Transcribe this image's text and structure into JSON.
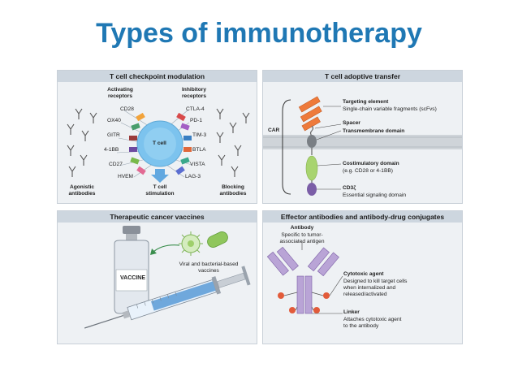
{
  "slide_title": "Types of immunotherapy",
  "panel1": {
    "header": "T cell checkpoint modulation",
    "activating_receptors": "Activating\nreceptors",
    "inhibitory_receptors": "Inhibitory\nreceptors",
    "cell_label": "T cell",
    "left_receptors": [
      "CD28",
      "OX40",
      "GITR",
      "4-1BB",
      "CD27",
      "HVEM"
    ],
    "right_receptors": [
      "CTLA-4",
      "PD-1",
      "TIM-3",
      "BTLA",
      "VISTA",
      "LAG-3"
    ],
    "agonistic": "Agonistic\nantibodies",
    "stimulation": "T cell\nstimulation",
    "blocking": "Blocking\nantibodies"
  },
  "panel2": {
    "header": "T cell adoptive transfer",
    "car_label": "CAR",
    "targeting_title": "Targeting element",
    "targeting_desc": "Single-chain variable fragments (scFvs)",
    "spacer": "Spacer",
    "transmembrane": "Transmembrane domain",
    "costim_title": "Costimulatory domain",
    "costim_desc": "(e.g. CD28 or 4-1BB)",
    "cd3_title": "CD3ζ",
    "cd3_desc": "Essential signaling domain"
  },
  "panel3": {
    "header": "Therapeutic cancer vaccines",
    "viral_label": "Viral and bacterial-based\nvaccines",
    "vaccine_label": "VACCINE"
  },
  "panel4": {
    "header": "Effector antibodies and antibody-drug conjugates",
    "antibody_title": "Antibody",
    "antibody_desc": "Specific to tumor-\nassociated antigen",
    "cytotoxic_title": "Cytotoxic agent",
    "cytotoxic_desc": "Designed to kill target cells\nwhen internalized and\nreleased/activated",
    "linker_title": "Linker",
    "linker_desc": "Attaches cytotoxic agent\nto the antibody"
  },
  "colors": {
    "title": "#1f78b4",
    "panel_bg": "#eef1f4",
    "panel_header": "#cdd6df",
    "cell": "#7cc3ee",
    "car_orange": "#ee7a3b",
    "car_green": "#a8d46f",
    "car_purple": "#7b5ea7",
    "antibody_purple": "#b9a4d6",
    "cytotoxic": "#e25b3a",
    "syringe_blue": "#6fa8dc"
  }
}
